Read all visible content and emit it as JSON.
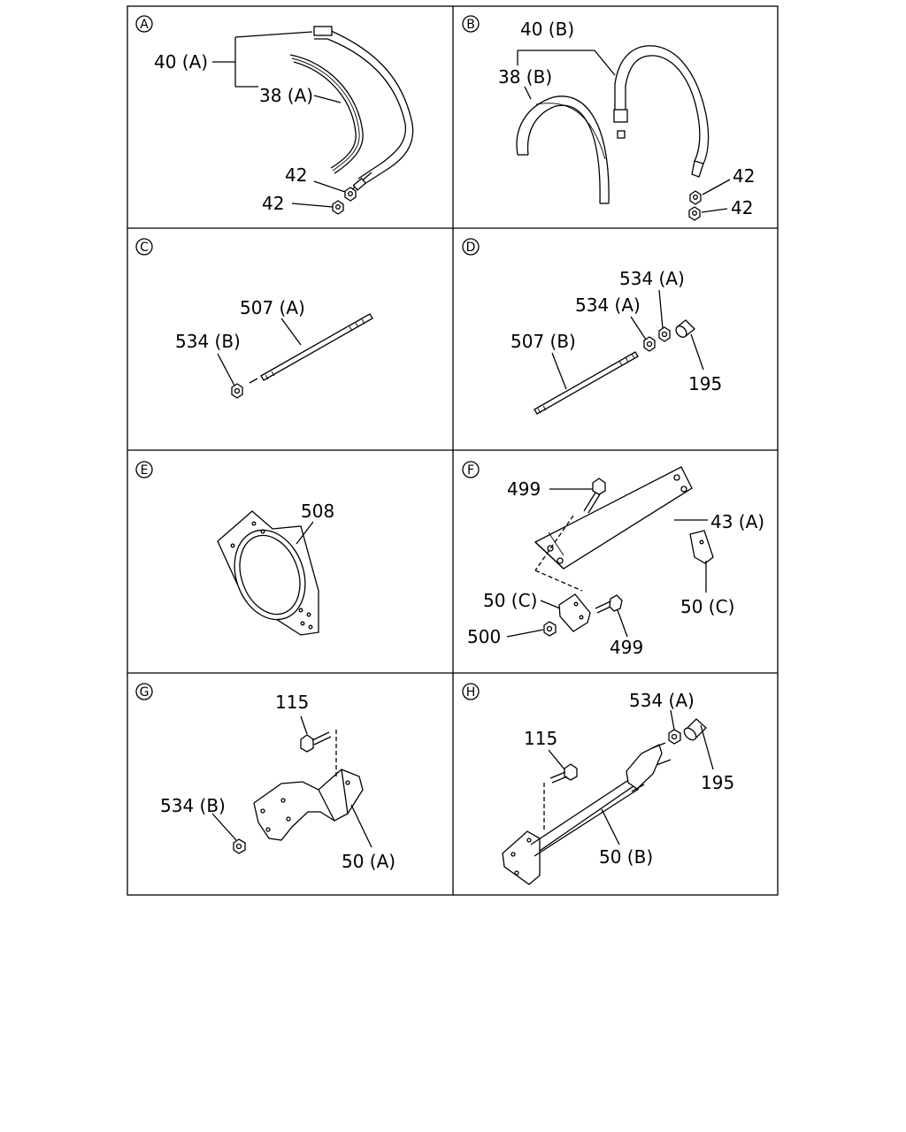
{
  "panels": [
    {
      "id": "A",
      "labels": [
        "40 (A)",
        "38 (A)",
        "42",
        "42"
      ]
    },
    {
      "id": "B",
      "labels": [
        "40 (B)",
        "38 (B)",
        "42",
        "42"
      ]
    },
    {
      "id": "C",
      "labels": [
        "507 (A)",
        "534 (B)"
      ]
    },
    {
      "id": "D",
      "labels": [
        "534 (A)",
        "534 (A)",
        "507 (B)",
        "195"
      ]
    },
    {
      "id": "E",
      "labels": [
        "508"
      ]
    },
    {
      "id": "F",
      "labels": [
        "499",
        "43 (A)",
        "50 (C)",
        "50 (C)",
        "500",
        "499"
      ]
    },
    {
      "id": "G",
      "labels": [
        "115",
        "534 (B)",
        "50 (A)"
      ]
    },
    {
      "id": "H",
      "labels": [
        "534 (A)",
        "115",
        "195",
        "50 (B)"
      ]
    }
  ]
}
